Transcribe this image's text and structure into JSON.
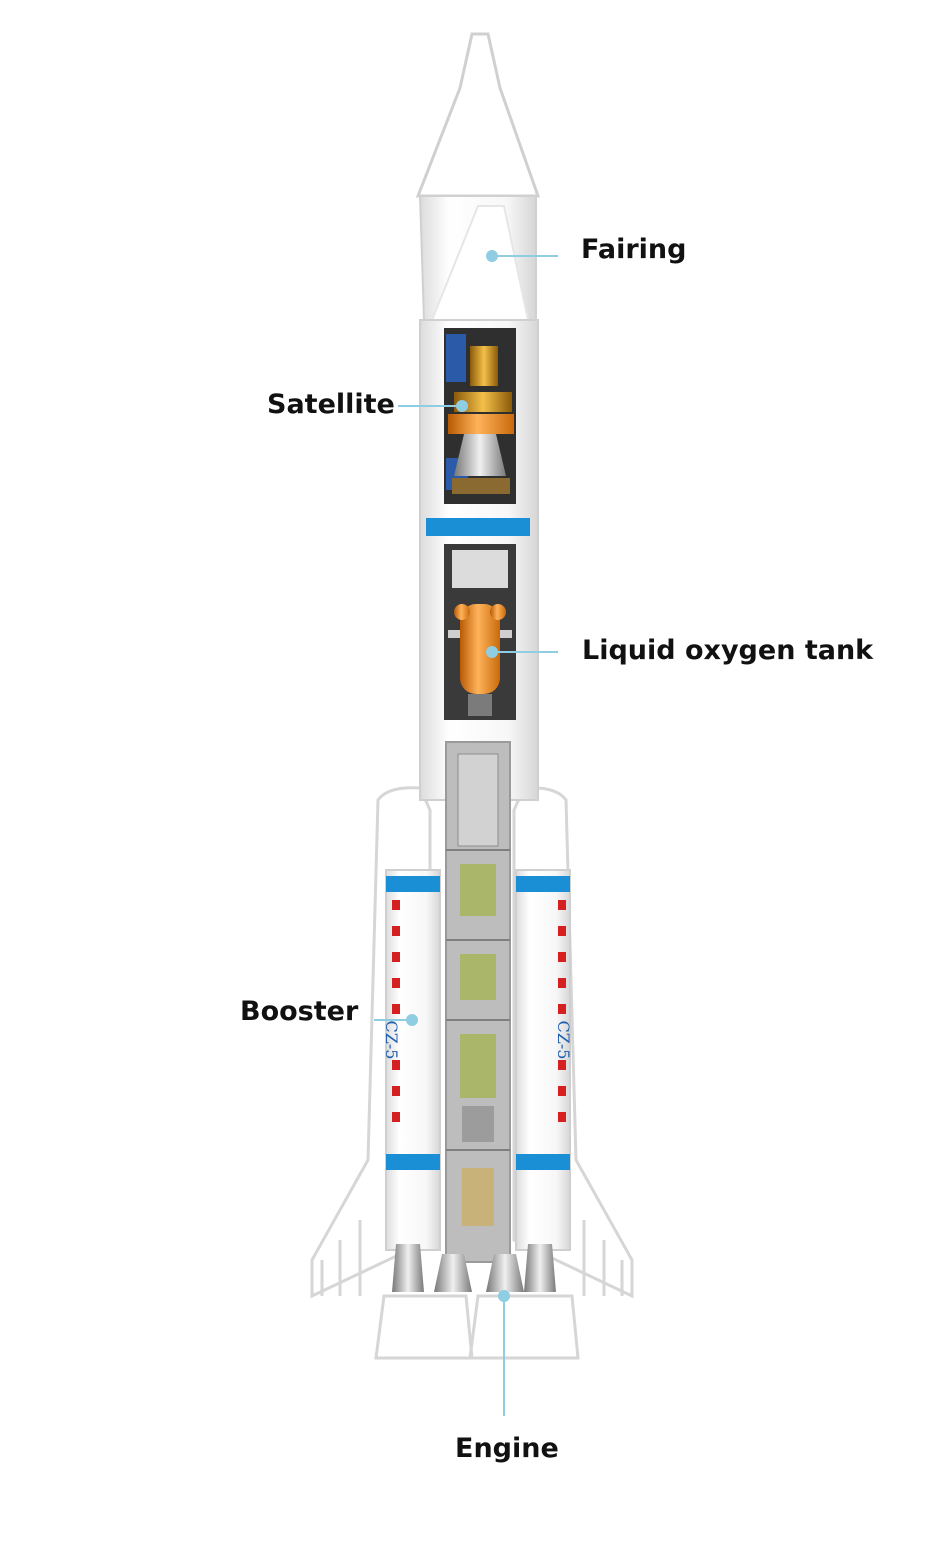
{
  "labels": {
    "fairing": "Fairing",
    "satellite": "Satellite",
    "liquid_oxygen_tank": "Liquid oxygen tank",
    "booster": "Booster",
    "engine": "Engine"
  },
  "booster_marking": "CZ-5",
  "colors": {
    "callout": "#8fcde3",
    "stripe_blue": "#1a8fd6",
    "checker_red": "#d42020",
    "tank_orange": "#ef8c1a",
    "olive": "#aab66a",
    "outline": "#d4d4d4"
  }
}
